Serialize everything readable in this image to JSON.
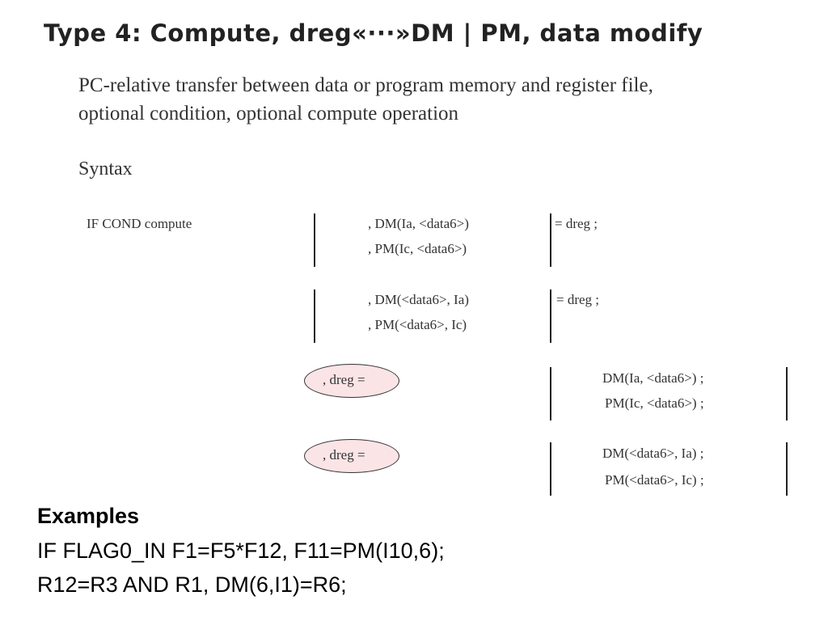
{
  "title": "Type 4: Compute, dreg«···»DM | PM, data modify",
  "description": {
    "line1": "PC-relative transfer between data or program memory and register file,",
    "line2": "optional condition, optional compute operation"
  },
  "syntax": {
    "heading": "Syntax",
    "prefix": "IF COND compute",
    "rows": [
      {
        "left1": ", DM(Ia, <data6>)",
        "left2": ", PM(Ic, <data6>)",
        "right": "= dreg ;"
      },
      {
        "left1": ", DM(<data6>, Ia)",
        "left2": ", PM(<data6>, Ic)",
        "right": "= dreg ;"
      },
      {
        "oval": ", dreg  =",
        "right1": "DM(Ia, <data6>)  ;",
        "right2": "PM(Ic, <data6>)  ;"
      },
      {
        "oval": ", dreg  =",
        "right1": "DM(<data6>, Ia)  ;",
        "right2": "PM(<data6>, Ic)  ;"
      }
    ]
  },
  "examples": {
    "heading": "Examples",
    "line1": "IF FLAG0_IN F1=F5*F12, F11=PM(I10,6);",
    "line2": "R12=R3 AND R1, DM(6,I1)=R6;"
  },
  "colors": {
    "oval_fill": "#fbe4e6"
  }
}
